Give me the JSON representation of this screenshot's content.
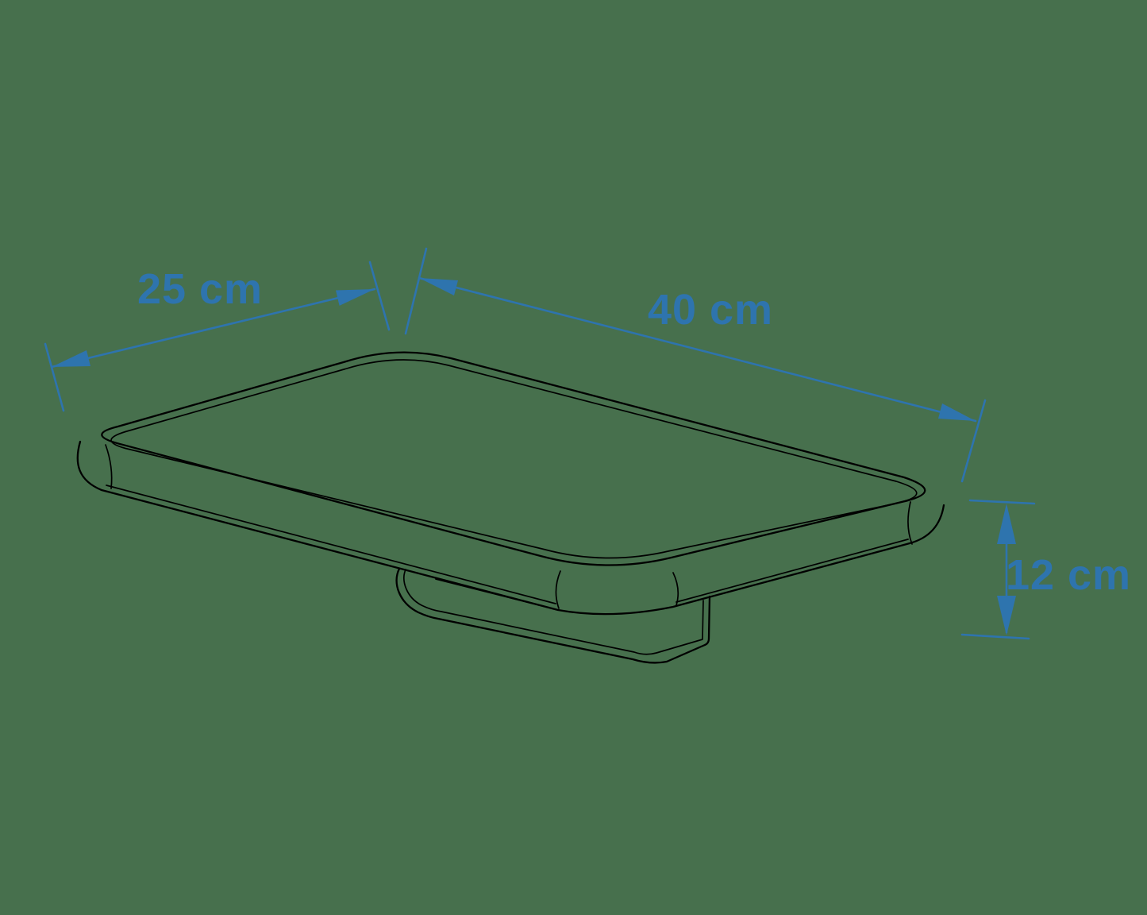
{
  "dimensions": {
    "depth": {
      "label": "25 cm"
    },
    "width": {
      "label": "40 cm"
    },
    "height": {
      "label": "12 cm"
    }
  },
  "colors": {
    "background": "#47704d",
    "dimension": "#2e74ae",
    "outline": "#000000"
  }
}
